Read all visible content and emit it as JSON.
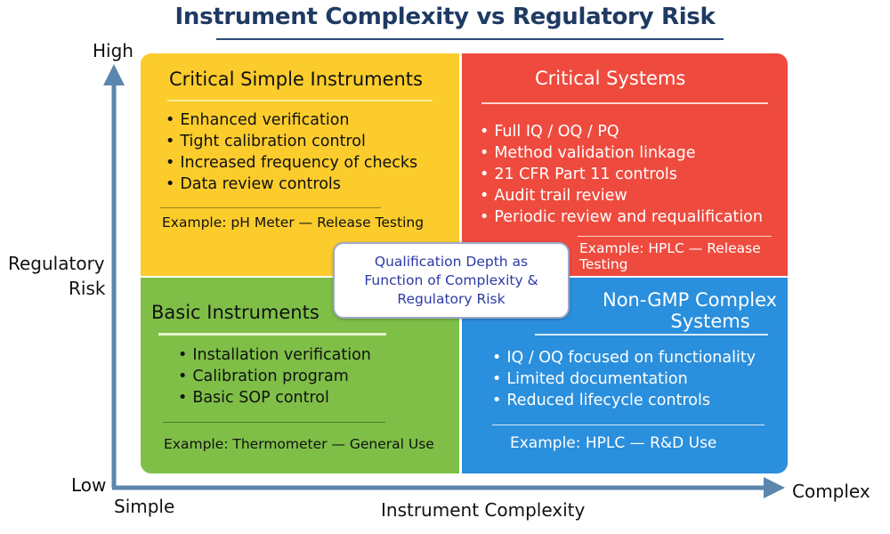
{
  "title": "Instrument Complexity vs Regulatory Risk",
  "axes": {
    "y_high": "High",
    "y_low": "Low",
    "y_label_line1": "Regulatory",
    "y_label_line2": "Risk",
    "x_low": "Simple",
    "x_high": "Complex",
    "x_label": "Instrument Complexity",
    "arrow_color": "#5b86ad"
  },
  "quadrants": {
    "top_left": {
      "title": "Critical Simple Instruments",
      "color": "#fbcc2c",
      "bullets": [
        "Enhanced verification",
        "Tight calibration control",
        "Increased frequency of checks",
        "Data review controls"
      ],
      "example": "Example: pH Meter — Release Testing"
    },
    "top_right": {
      "title": "Critical Systems",
      "color": "#ee4b3e",
      "bullets": [
        "Full IQ / OQ / PQ",
        "Method validation linkage",
        "21 CFR Part 11 controls",
        "Audit trail review",
        "Periodic review and requalification"
      ],
      "example": "Example: HPLC — Release Testing"
    },
    "bottom_left": {
      "title": "Basic Instruments",
      "color": "#7fbf48",
      "bullets": [
        "Installation verification",
        "Calibration program",
        "Basic SOP control"
      ],
      "example": "Example: Thermometer — General Use"
    },
    "bottom_right": {
      "title_line1": "Non-GMP Complex",
      "title_line2": "Systems",
      "color": "#2a8fdd",
      "bullets": [
        "IQ / OQ focused on functionality",
        "Limited documentation",
        "Reduced lifecycle controls"
      ],
      "example": "Example: HPLC — R&D Use"
    }
  },
  "center_note": {
    "line1": "Qualification Depth as",
    "line2": "Function of Complexity &",
    "line3": "Regulatory Risk"
  }
}
